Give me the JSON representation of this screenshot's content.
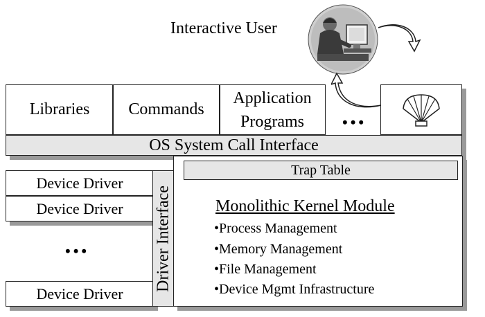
{
  "user": {
    "label": "Interactive User"
  },
  "top_row": {
    "libraries": "Libraries",
    "commands": "Commands",
    "app_line1": "Application",
    "app_line2": "Programs",
    "ellipsis": "•••",
    "shell_icon": "shell-icon"
  },
  "syscall": {
    "label": "OS System Call Interface"
  },
  "drivers": {
    "items": [
      "Device Driver",
      "Device Driver",
      "Device Driver"
    ],
    "ellipsis": "•••"
  },
  "driver_interface": {
    "label": "Driver Interface"
  },
  "kernel": {
    "trap_table": "Trap Table",
    "title": "Monolithic Kernel Module",
    "bullets": [
      "•Process Management",
      "•Memory Management",
      "•File Management",
      "•Device Mgmt Infrastructure"
    ]
  },
  "colors": {
    "shadow": "#9a9a9a",
    "bar_fill": "#e6e6e6",
    "border": "#222222"
  }
}
